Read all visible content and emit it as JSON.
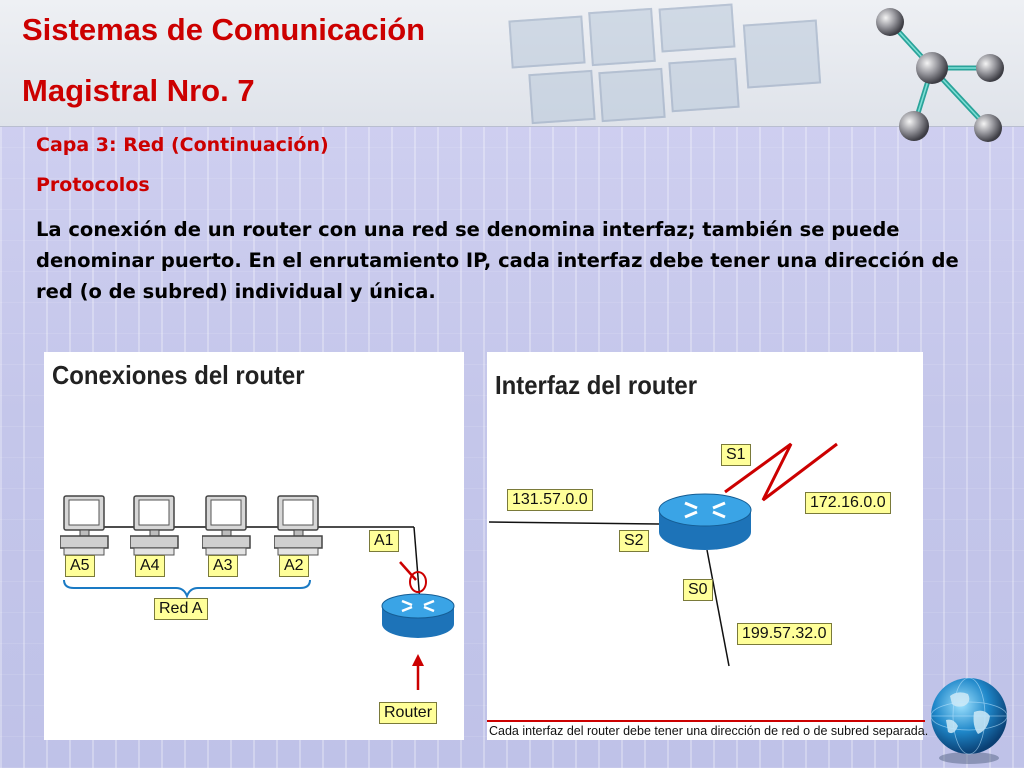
{
  "title": {
    "line1": "Sistemas de Comunicación",
    "line2": "Magistral Nro. 7"
  },
  "content": {
    "section": "Capa 3: Red (Continuación)",
    "topic": "Protocolos",
    "paragraph": "La conexión de un router con una red se denomina interfaz; también se puede denominar puerto. En el enrutamiento IP, cada interfaz debe tener una dirección de red (o de subred) individual y única."
  },
  "figure_a": {
    "title": "Conexiones del router",
    "hosts": [
      "A5",
      "A4",
      "A3",
      "A2"
    ],
    "interface_label": "A1",
    "network_label": "Red A",
    "router_label": "Router"
  },
  "figure_b": {
    "title": "Interfaz del router",
    "interfaces": {
      "s1": "S1",
      "s2": "S2",
      "s0": "S0"
    },
    "networks": {
      "left": "131.57.0.0",
      "right": "172.16.0.0",
      "bottom": "199.57.32.0"
    },
    "caption": "Cada interfaz del router debe tener una dirección de red o de subred separada."
  },
  "colors": {
    "title_red": "#cc0000",
    "label_yellow": "#ffff99",
    "router_blue": "#2b8fcf",
    "serial_red": "#cc0000",
    "network_blue": "#1565c0"
  },
  "icons": {
    "molecule": "molecule-network-icon",
    "globe": "globe-icon",
    "router": "router-icon",
    "pc": "computer-icon"
  }
}
